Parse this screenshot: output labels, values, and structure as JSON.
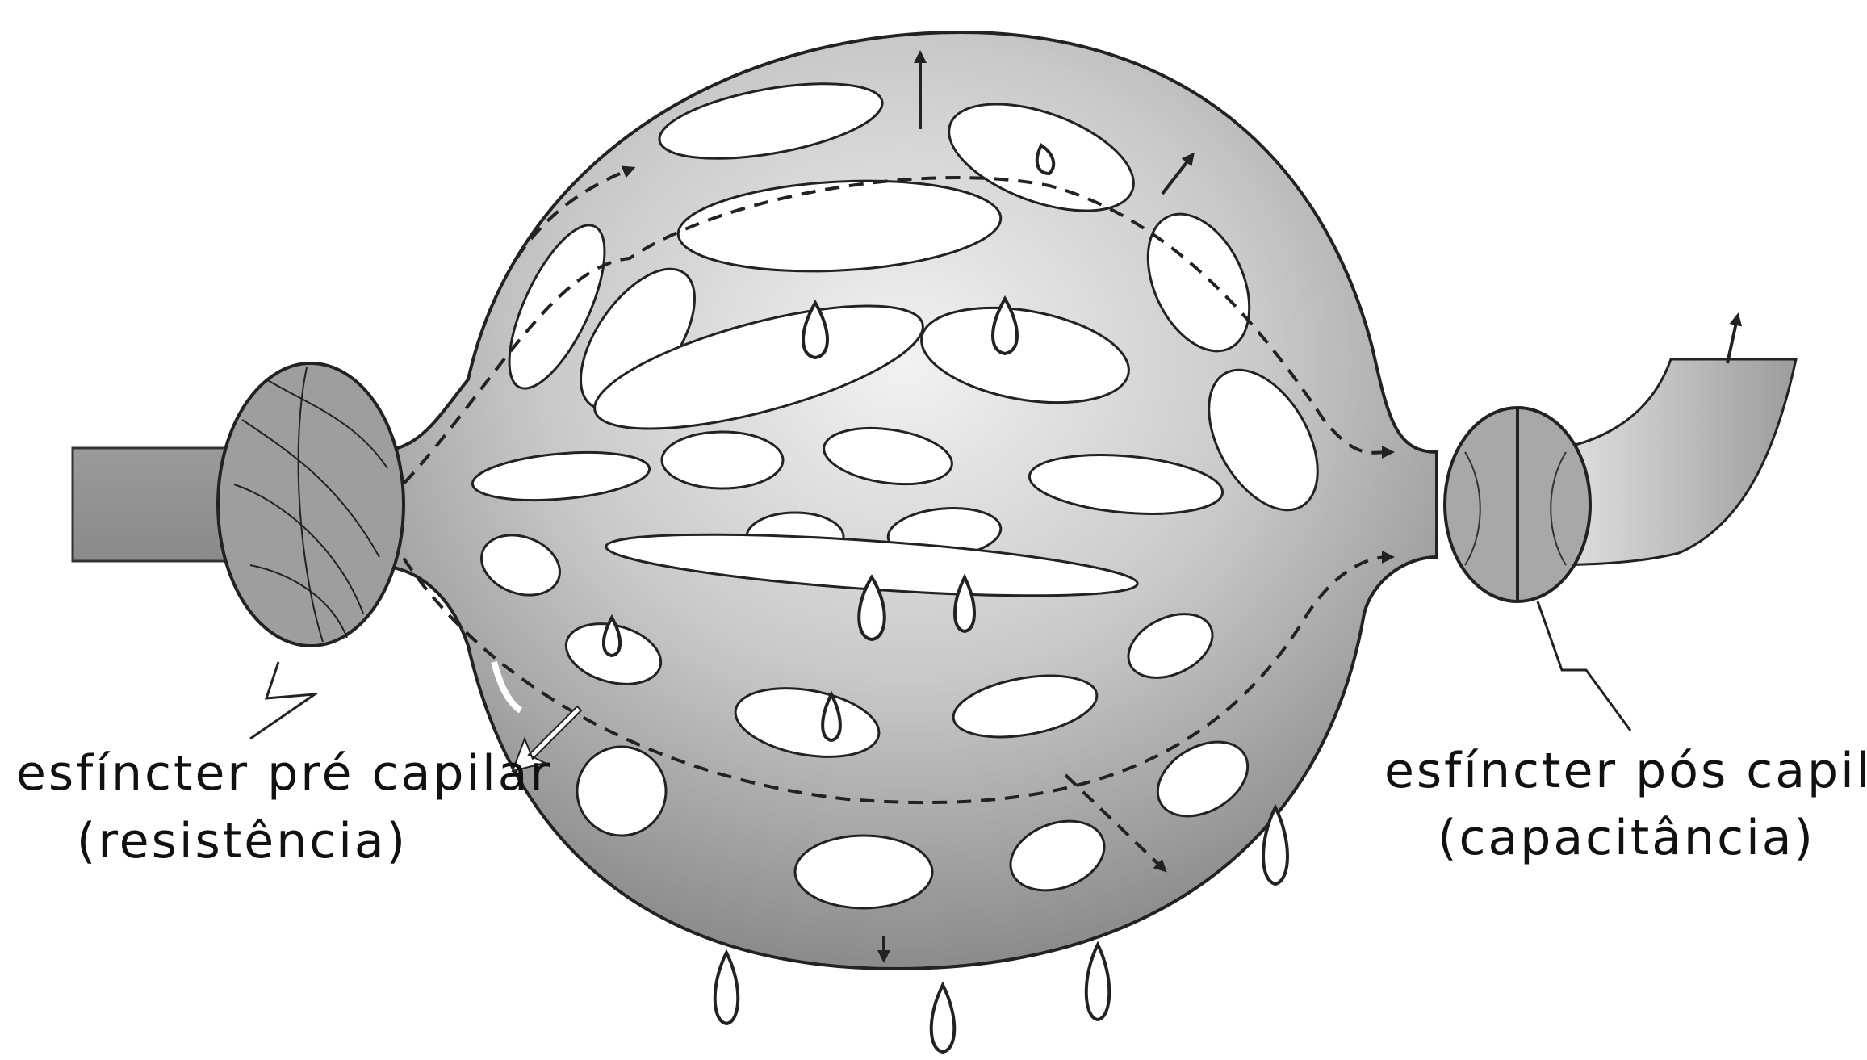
{
  "labels": {
    "pre_sphincter_name": "esfíncter pré capilar",
    "pre_sphincter_role": "(resistência)",
    "post_sphincter_name": "esfíncter pós capilar",
    "post_sphincter_role": "(capacitância)"
  },
  "colors": {
    "background": "#ffffff",
    "ink": "#111111",
    "vessel_dark": "#7a7a7a",
    "vessel_light": "#d8d8d8"
  }
}
